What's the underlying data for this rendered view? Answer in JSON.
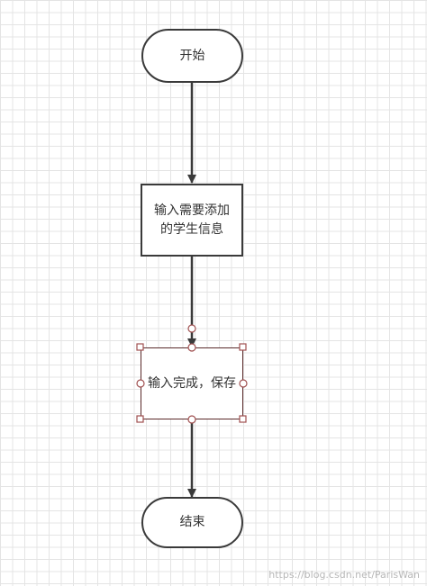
{
  "diagram": {
    "nodes": {
      "start": {
        "label": "开始",
        "shape": "terminal"
      },
      "input_info": {
        "label": "输入需要添加的学生信息",
        "shape": "process"
      },
      "input_save": {
        "label": "输入完成，保存",
        "shape": "process",
        "selected": true
      },
      "end": {
        "label": "结束",
        "shape": "terminal"
      }
    },
    "edges": [
      {
        "from": "start",
        "to": "input_info"
      },
      {
        "from": "input_info",
        "to": "input_save"
      },
      {
        "from": "input_save",
        "to": "end"
      }
    ]
  },
  "watermark": "https://blog.csdn.net/ParisWan",
  "colors": {
    "stroke": "#3a3a3a",
    "handle": "#a05050",
    "grid": "#e4e4e4"
  }
}
